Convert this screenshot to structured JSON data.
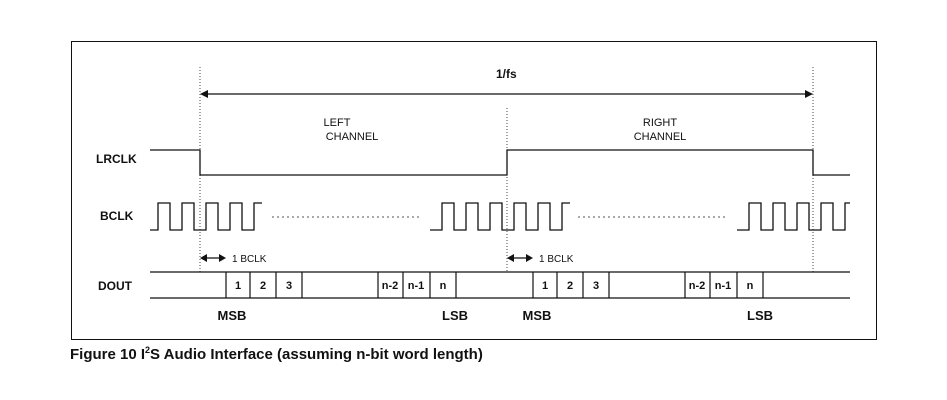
{
  "timing": {
    "period_label": "1/fs",
    "left_channel": [
      "LEFT",
      "CHANNEL"
    ],
    "right_channel": [
      "RIGHT",
      "CHANNEL"
    ],
    "signals": {
      "lrclk": "LRCLK",
      "bclk": "BCLK",
      "dout": "DOUT"
    },
    "delay_label": "1 BCLK",
    "bit_labels": [
      "1",
      "2",
      "3",
      "n-2",
      "n-1",
      "n"
    ],
    "msb": "MSB",
    "lsb": "LSB"
  },
  "caption": {
    "prefix": "Figure 10  I",
    "superscript": "2",
    "suffix": "S Audio Interface (assuming n-bit word length)"
  }
}
